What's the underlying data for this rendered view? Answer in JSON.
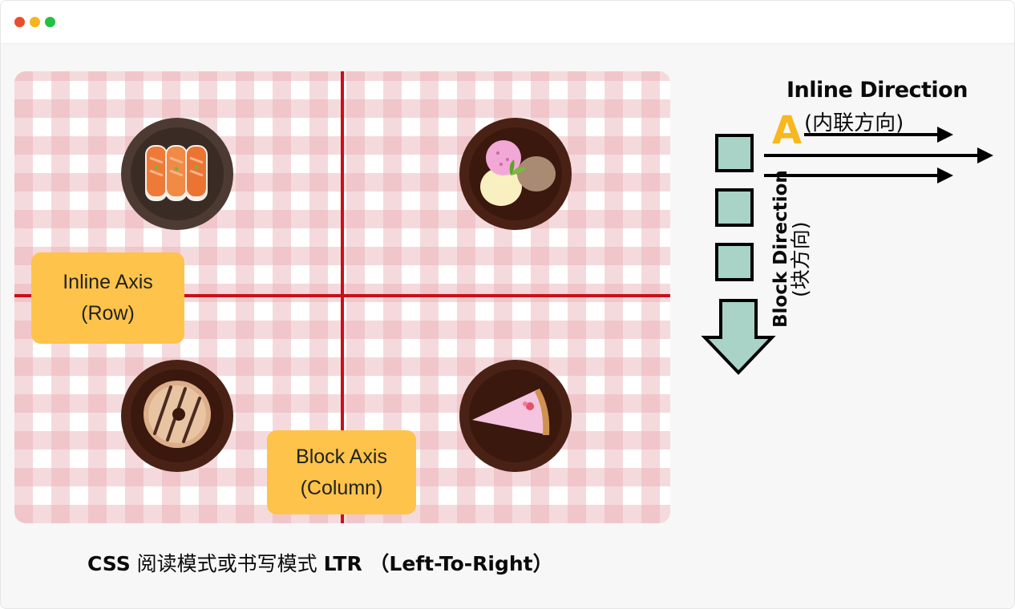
{
  "window": {
    "controls": [
      "close",
      "minimize",
      "maximize"
    ]
  },
  "diagram": {
    "inline_axis": {
      "line1": "Inline Axis",
      "line2": "(Row)"
    },
    "block_axis": {
      "line1": "Block Axis",
      "line2": "(Column)"
    },
    "plates": [
      {
        "icon": "sushi-icon"
      },
      {
        "icon": "ice-cream-icon"
      },
      {
        "icon": "donut-icon"
      },
      {
        "icon": "cake-slice-icon"
      }
    ],
    "inline_direction": {
      "title": "Inline Direction",
      "subtitle": "(内联方向)",
      "letter": "A"
    },
    "block_direction": {
      "title": "Block Direction",
      "subtitle": "(块方向)"
    }
  },
  "caption": {
    "prefix": "CSS",
    "middle": " 阅读模式或书写模式 ",
    "mode": "LTR",
    "suffix": " （Left-To-Right）"
  },
  "colors": {
    "axis_line": "#c8101a",
    "label_bg": "#fec34a",
    "gingham": "#e9adb4",
    "block_square": "#a8d3c6",
    "letter_a": "#f6b81e",
    "plate": "#4a2215"
  }
}
